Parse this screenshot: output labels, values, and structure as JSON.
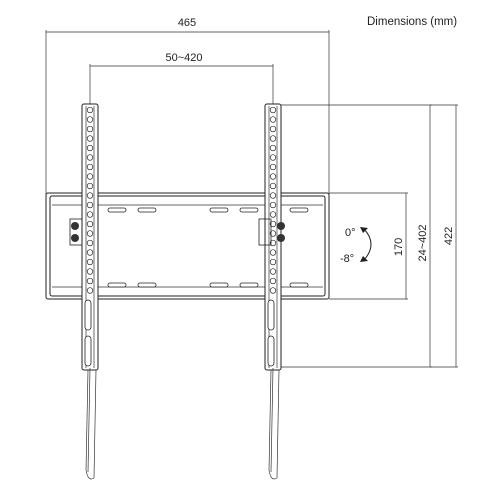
{
  "title": "Dimensions (mm)",
  "dimensions": {
    "overall_width": "465",
    "vesa_width": "50~420",
    "plate_height": "170",
    "vesa_height": "24~402",
    "overall_height": "422"
  },
  "tilt": {
    "max_up": "0°",
    "max_down": "-8°"
  }
}
